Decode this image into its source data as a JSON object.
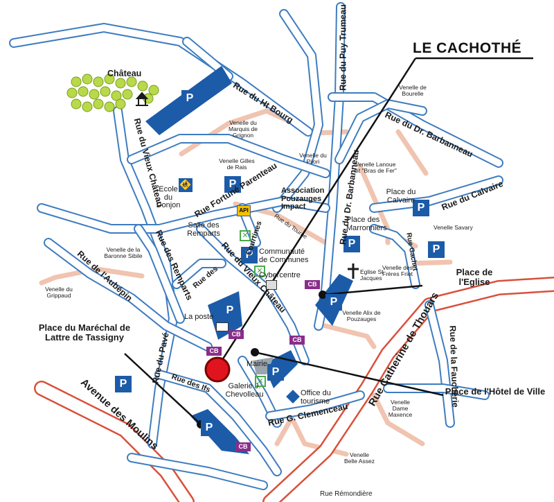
{
  "map": {
    "title": "LE CACHOTHÉ",
    "colors": {
      "road_outline": "#3d7cc0",
      "main_road": "#d9503a",
      "lane": "#f0c4b0",
      "parking": "#1c5ba8",
      "cb": "#8a2d8a",
      "marker": "#e0141e",
      "greenery": "#b8d94a"
    },
    "streets": {
      "ht_bourg": "Rue du Ht Bourg",
      "puy_trumeau": "Rue du Puy Trumeau",
      "dr_barbanneau_top": "Rue du Dr. Barbanneau",
      "dr_barbanneau_mid": "Rue du Dr. Barbanneau",
      "vieux_chateau_top": "Rue du Vieux Château",
      "fortune_parenteau": "Rue Fortuné Parenteau",
      "calvaire": "Rue du Calvaire",
      "tourne": "Rue du Tourne",
      "courtines": "Courtines",
      "aubepin": "Rue de l'Aubépin",
      "remparts": "Rue des Remparts",
      "rue_des": "Rue des",
      "vieux_chateau_mid": "Rue du Vieux Château",
      "pave": "Rue du Pavé",
      "ifs": "Rue des Ifs",
      "clemenceau": "Rue G. Clemenceau",
      "catherine": "Rue Catherine de Thouars",
      "faucherie": "Rue de la Faucherie",
      "gachet": "Rue Gachet",
      "moulins": "Avenue des Moulins",
      "remondiere": "Rue Rémondière"
    },
    "venelles": {
      "bourelle": "Venelle de Bourelle",
      "marquis": "Venelle du Marquis de Grignon",
      "pilori": "Venelle du Pilori",
      "gilles": "Venelle Gilles de Rais",
      "lanoue": "Venelle Lanoue dit \"Bras de Fer\"",
      "savary": "Venelle Savary",
      "baronne": "Venelle de la Baronne Sibile",
      "grippaud": "Venelle du Grippaud",
      "freres": "Venelle des Frères Friot",
      "alix": "Venelle Alix de Pouzauges",
      "dame": "Venelle Dame Maxence",
      "belle": "Venelle Belle Assez"
    },
    "places": {
      "chateau": "Château",
      "ecole": "Ecole du Donjon",
      "association": "Association Pouzauges Impact",
      "salle": "Salle des Remparts",
      "communaute": "Communauté de Communes",
      "cybercentre": "Cybercentre",
      "eglise_small": "Eglise St Jacques",
      "poste": "La poste",
      "mairie": "Mairie",
      "galerie": "Galerie J. Chevolleau",
      "office": "Office du tourisme",
      "calvaire": "Place du Calvaire",
      "marronniers": "Place des Marronniers"
    },
    "callouts": {
      "eglise": "Place de l'Eglise",
      "hotel": "Place de l'Hôtel de Ville",
      "marechal": "Place du Maréchal de Lattre de Tassigny"
    },
    "parking_label": "P",
    "cb_label": "CB",
    "api_label": "API"
  }
}
